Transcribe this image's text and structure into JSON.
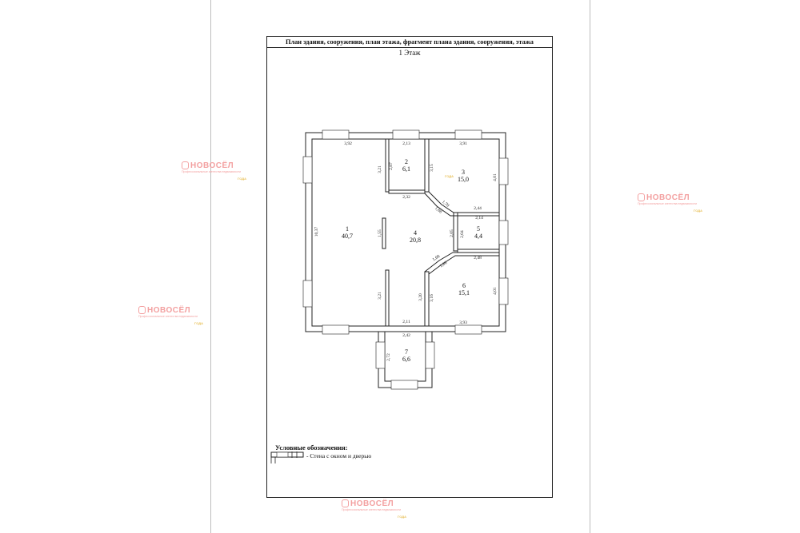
{
  "title": "План здания, сооружения, план этажа, фрагмент плана здания, сооружения, этажа",
  "floor_label": "1 Этаж",
  "rooms": [
    {
      "id": "1",
      "area": "40,7"
    },
    {
      "id": "2",
      "area": "6,1"
    },
    {
      "id": "3",
      "area": "15,0"
    },
    {
      "id": "4",
      "area": "20,8"
    },
    {
      "id": "5",
      "area": "4,4"
    },
    {
      "id": "6",
      "area": "15,1"
    },
    {
      "id": "7",
      "area": "6,6"
    }
  ],
  "dimensions": [
    "3,92",
    "2,13",
    "3,91",
    "3,21",
    "2,87",
    "3,15",
    "4,01",
    "2,32",
    "1,70",
    "1,88",
    "2,44",
    "2,14",
    "10,37",
    "1,55",
    "2,05",
    "2,04",
    "1,68",
    "1,86",
    "2,48",
    "3,21",
    "3,20",
    "3,16",
    "4,01",
    "2,11",
    "3,93",
    "2,42",
    "2,72"
  ],
  "legend": {
    "title": "Условные обозначения:",
    "item": "- Стена с окном и дверью"
  },
  "watermark": {
    "name": "НОВОСЁЛ",
    "subtitle": "Профессиональные агентства недвижимости",
    "years": "ГОДА"
  }
}
